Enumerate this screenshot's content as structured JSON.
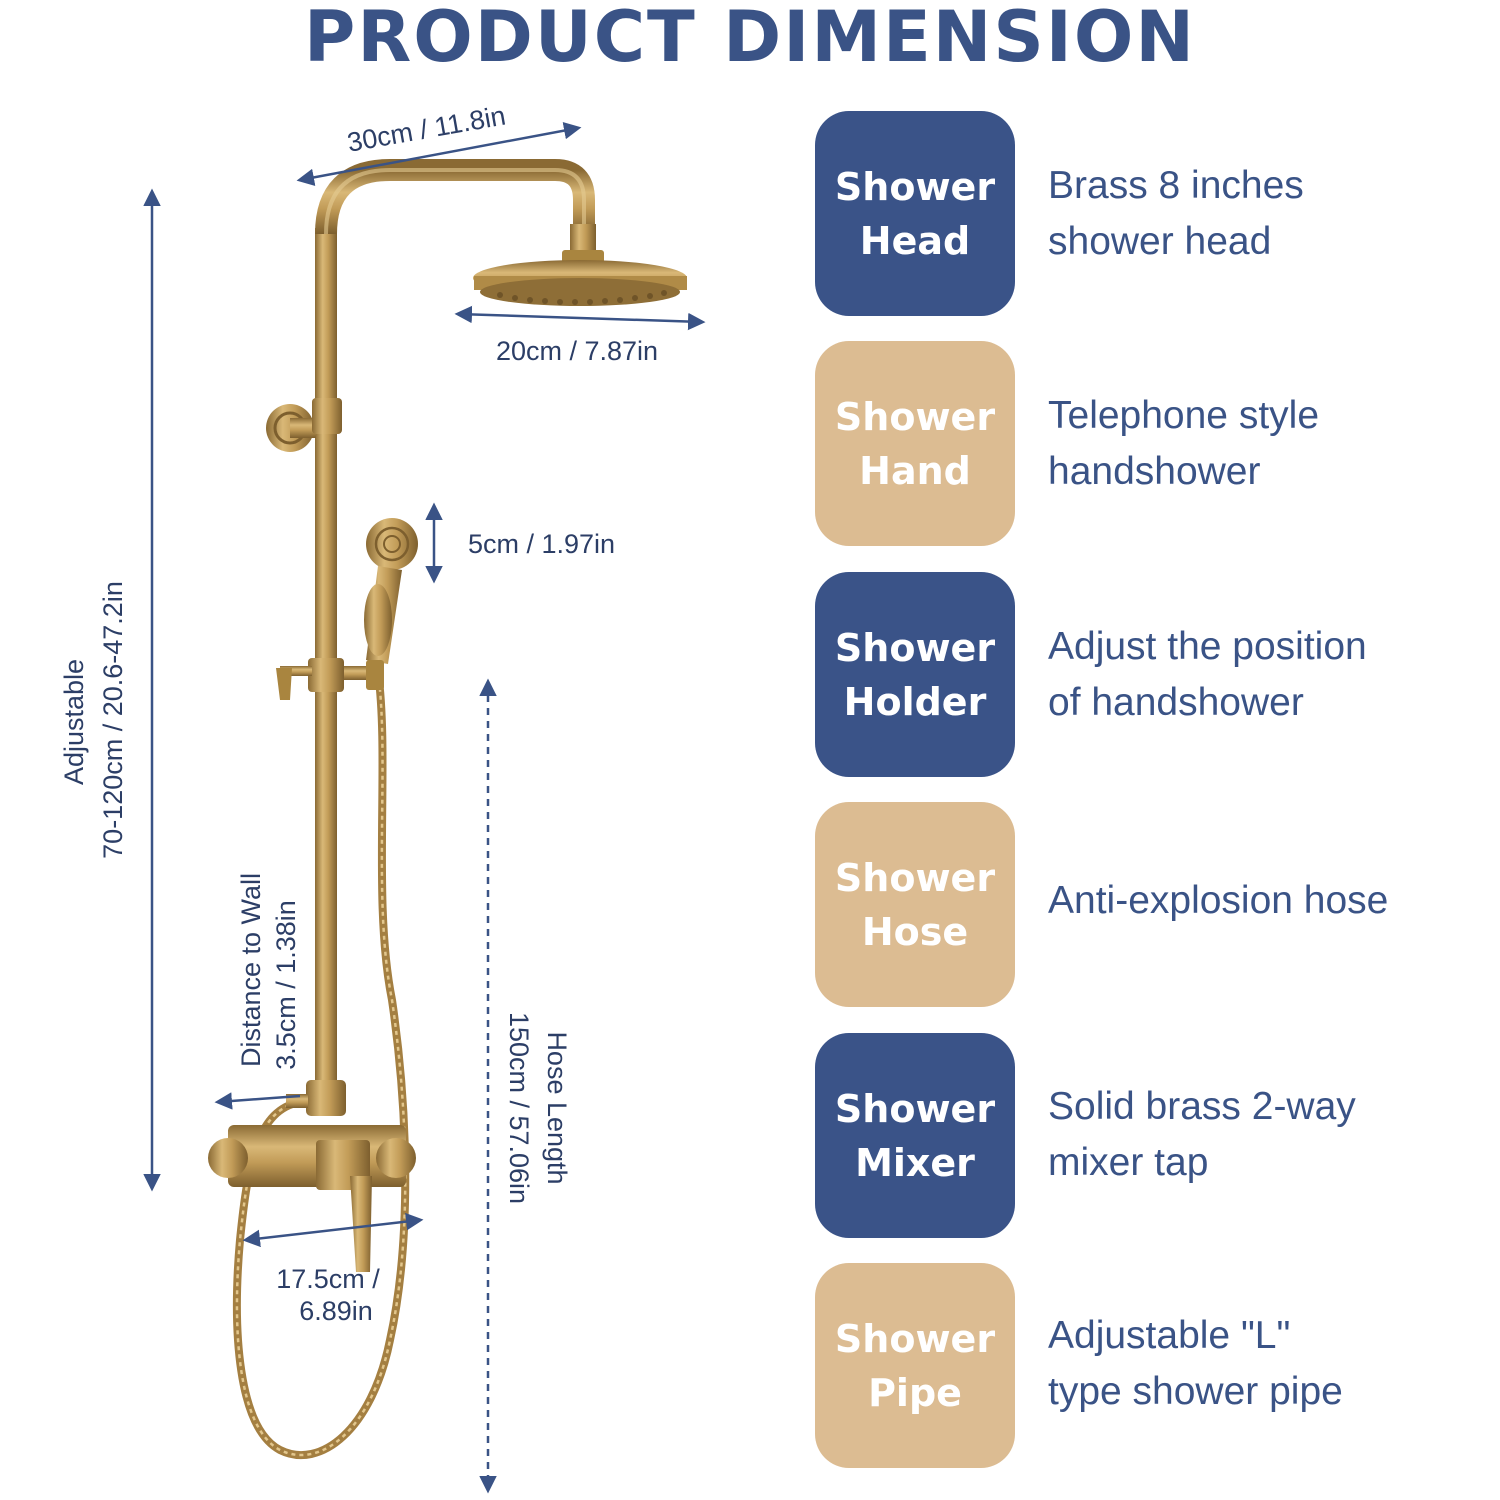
{
  "title": "PRODUCT DIMENSION",
  "colors": {
    "navy": "#3a5388",
    "tan": "#dcbc92",
    "brass": "#b58f4e",
    "text": "#2c3e66"
  },
  "dimensions": {
    "top_arm": "30cm / 11.8in",
    "shower_head": "20cm / 7.87in",
    "hand_shower": "5cm / 1.97in",
    "adjustable_label": "Adjustable",
    "adjustable_value": "70-120cm / 20.6-47.2in",
    "distance_label": "Distance to Wall",
    "distance_value": "3.5cm / 1.38in",
    "hose_label": "Hose Length",
    "hose_value": "150cm / 57.06in",
    "mixer_line1": "17.5cm /",
    "mixer_line2": "6.89in"
  },
  "parts": [
    {
      "name": "Shower\nHead",
      "desc": "Brass 8 inches\nshower head"
    },
    {
      "name": "Shower\nHand",
      "desc": "Telephone style\nhandshower"
    },
    {
      "name": "Shower\nHolder",
      "desc": "Adjust the position\nof handshower"
    },
    {
      "name": "Shower\nHose",
      "desc": "Anti-explosion hose"
    },
    {
      "name": "Shower\nMixer",
      "desc": "Solid brass 2-way\nmixer tap"
    },
    {
      "name": "Shower\nPipe",
      "desc": "Adjustable \"L\"\ntype shower pipe"
    }
  ]
}
